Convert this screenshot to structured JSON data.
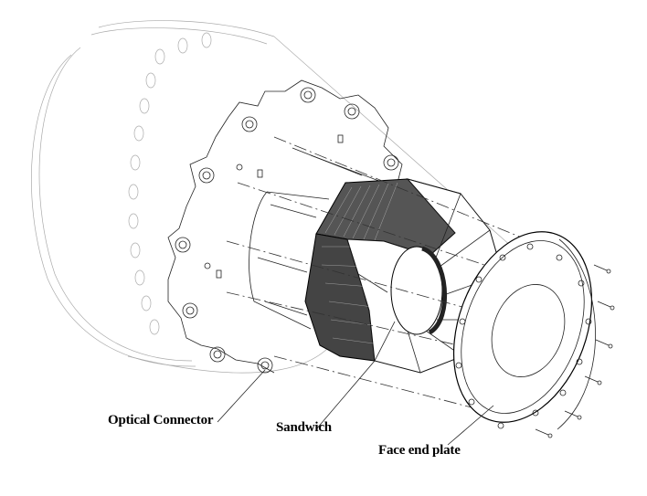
{
  "labels": {
    "optical_connector": "Optical Connector",
    "sandwich": "Sandwich",
    "face_end_plate": "Face end plate"
  }
}
